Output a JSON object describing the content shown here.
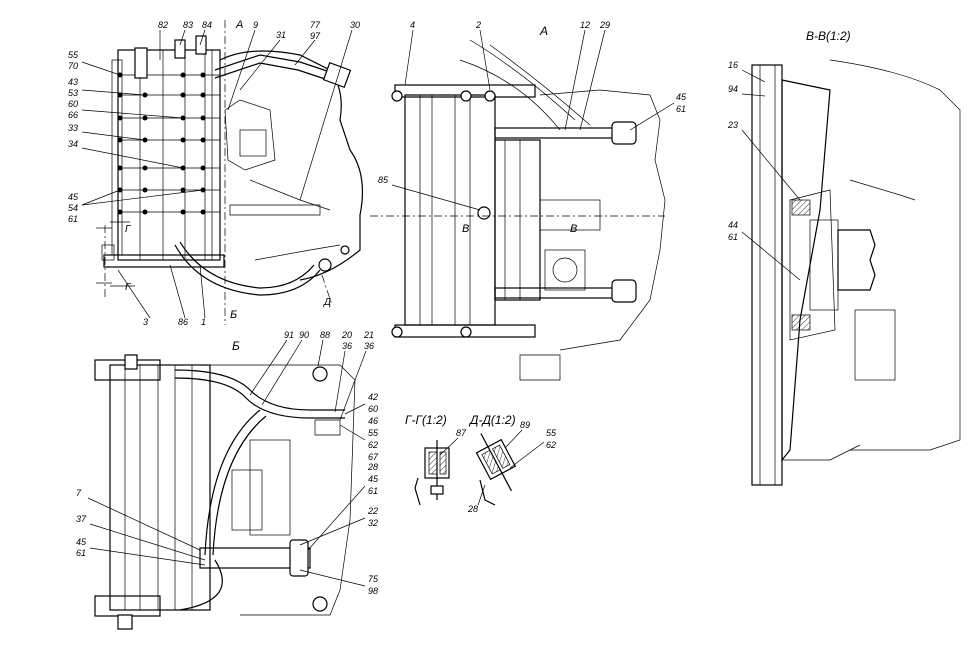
{
  "views": {
    "main_labels": [
      "55",
      "70",
      "43",
      "53",
      "60",
      "66",
      "33",
      "34",
      "45",
      "54",
      "61",
      "3",
      "86",
      "1",
      "82",
      "83",
      "84",
      "9",
      "31",
      "77",
      "97",
      "30"
    ],
    "view_a_title": "А",
    "view_a_labels": [
      "4",
      "2",
      "12",
      "29",
      "45",
      "61",
      "85"
    ],
    "view_b_title": "Б",
    "view_b_labels": [
      "91",
      "90",
      "88",
      "20",
      "36",
      "21",
      "36",
      "42",
      "60",
      "46",
      "55",
      "62",
      "67",
      "28",
      "45",
      "61",
      "22",
      "32",
      "75",
      "98",
      "7",
      "37",
      "45",
      "61"
    ],
    "section_vv_title": "В-В(1:2)",
    "section_vv_labels": [
      "16",
      "94",
      "23",
      "44",
      "61"
    ],
    "section_gg_title": "Г-Г(1:2)",
    "section_gg_labels": [
      "87"
    ],
    "section_dd_title": "Д-Д(1:2)",
    "section_dd_labels": [
      "89",
      "55",
      "62",
      "28"
    ],
    "view_markers": [
      "А",
      "Б",
      "Г",
      "Г",
      "Д",
      "В",
      "В"
    ]
  }
}
